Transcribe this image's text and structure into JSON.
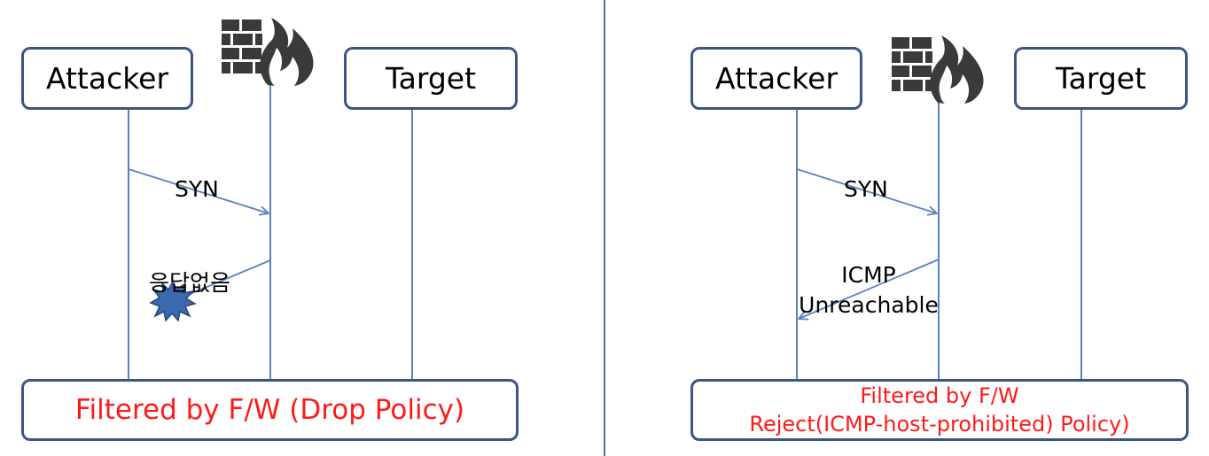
{
  "colors": {
    "box_border": "#3b5585",
    "lifeline": "#5b82c0",
    "divider": "#4f6fa6",
    "result_text": "#ff1a1a",
    "firewall_icon": "#3a3a3a",
    "burst": "#3b69ad"
  },
  "panels": [
    {
      "attacker_label": "Attacker",
      "target_label": "Target",
      "firewall_icon": "firewall-icon",
      "request_label": "SYN",
      "response_label": "응답없음",
      "response_icon": "burst-icon",
      "result_label": "Filtered by F/W (Drop Policy)"
    },
    {
      "attacker_label": "Attacker",
      "target_label": "Target",
      "firewall_icon": "firewall-icon",
      "request_label": "SYN",
      "response_line1": "ICMP",
      "response_line2": "Unreachable",
      "result_line1": "Filtered by F/W",
      "result_line2": "Reject(ICMP-host-prohibited) Policy)"
    }
  ]
}
